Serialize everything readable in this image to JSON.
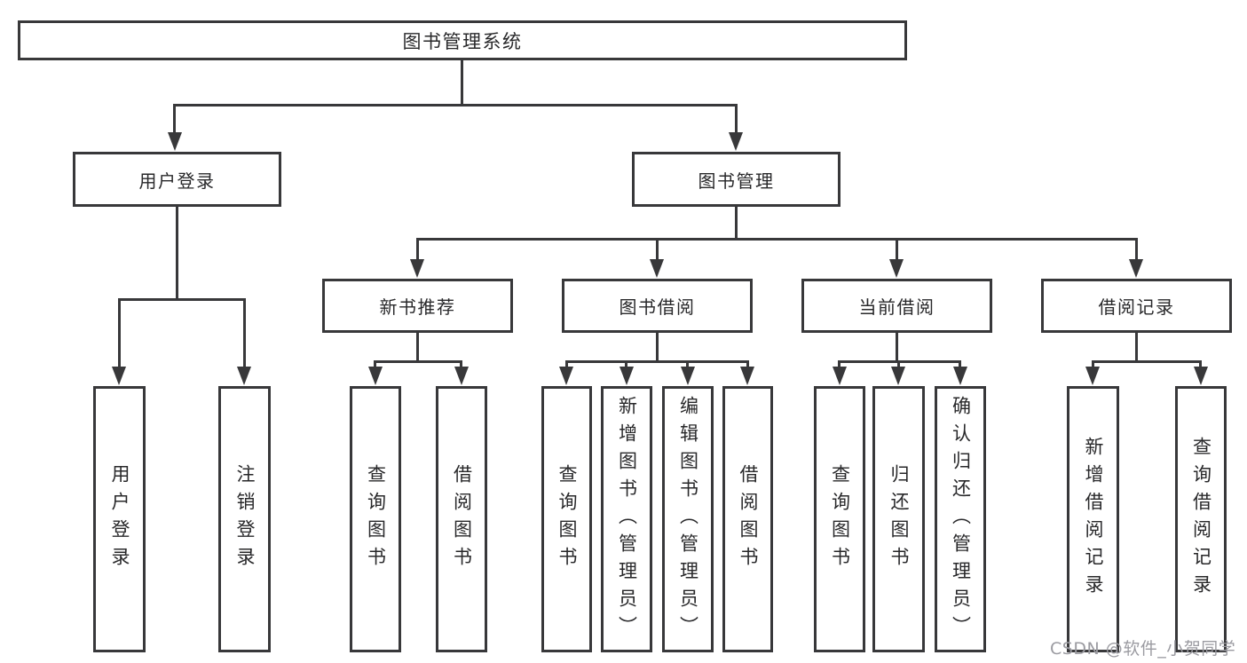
{
  "watermark": {
    "text": "CSDN @软件_小贺同学"
  },
  "colors": {
    "line": "#38383a",
    "text": "#28282a",
    "background": "#ffffff",
    "watermark": "#9b9ba1"
  },
  "tree": {
    "root": {
      "label": "图书管理系统"
    },
    "level1": [
      {
        "label": "用户登录",
        "children": [
          {
            "label": "用户登录"
          },
          {
            "label": "注销登录"
          }
        ]
      },
      {
        "label": "图书管理",
        "children": [
          {
            "label": "新书推荐",
            "children": [
              {
                "label": "查询图书"
              },
              {
                "label": "借阅图书"
              }
            ]
          },
          {
            "label": "图书借阅",
            "children": [
              {
                "label": "查询图书"
              },
              {
                "label": "新增图书（管理员）"
              },
              {
                "label": "编辑图书（管理员）"
              },
              {
                "label": "借阅图书"
              }
            ]
          },
          {
            "label": "当前借阅",
            "children": [
              {
                "label": "查询图书"
              },
              {
                "label": "归还图书"
              },
              {
                "label": "确认归还（管理员）"
              }
            ]
          },
          {
            "label": "借阅记录",
            "children": [
              {
                "label": "新增借阅记录"
              },
              {
                "label": "查询借阅记录"
              }
            ]
          }
        ]
      }
    ]
  }
}
